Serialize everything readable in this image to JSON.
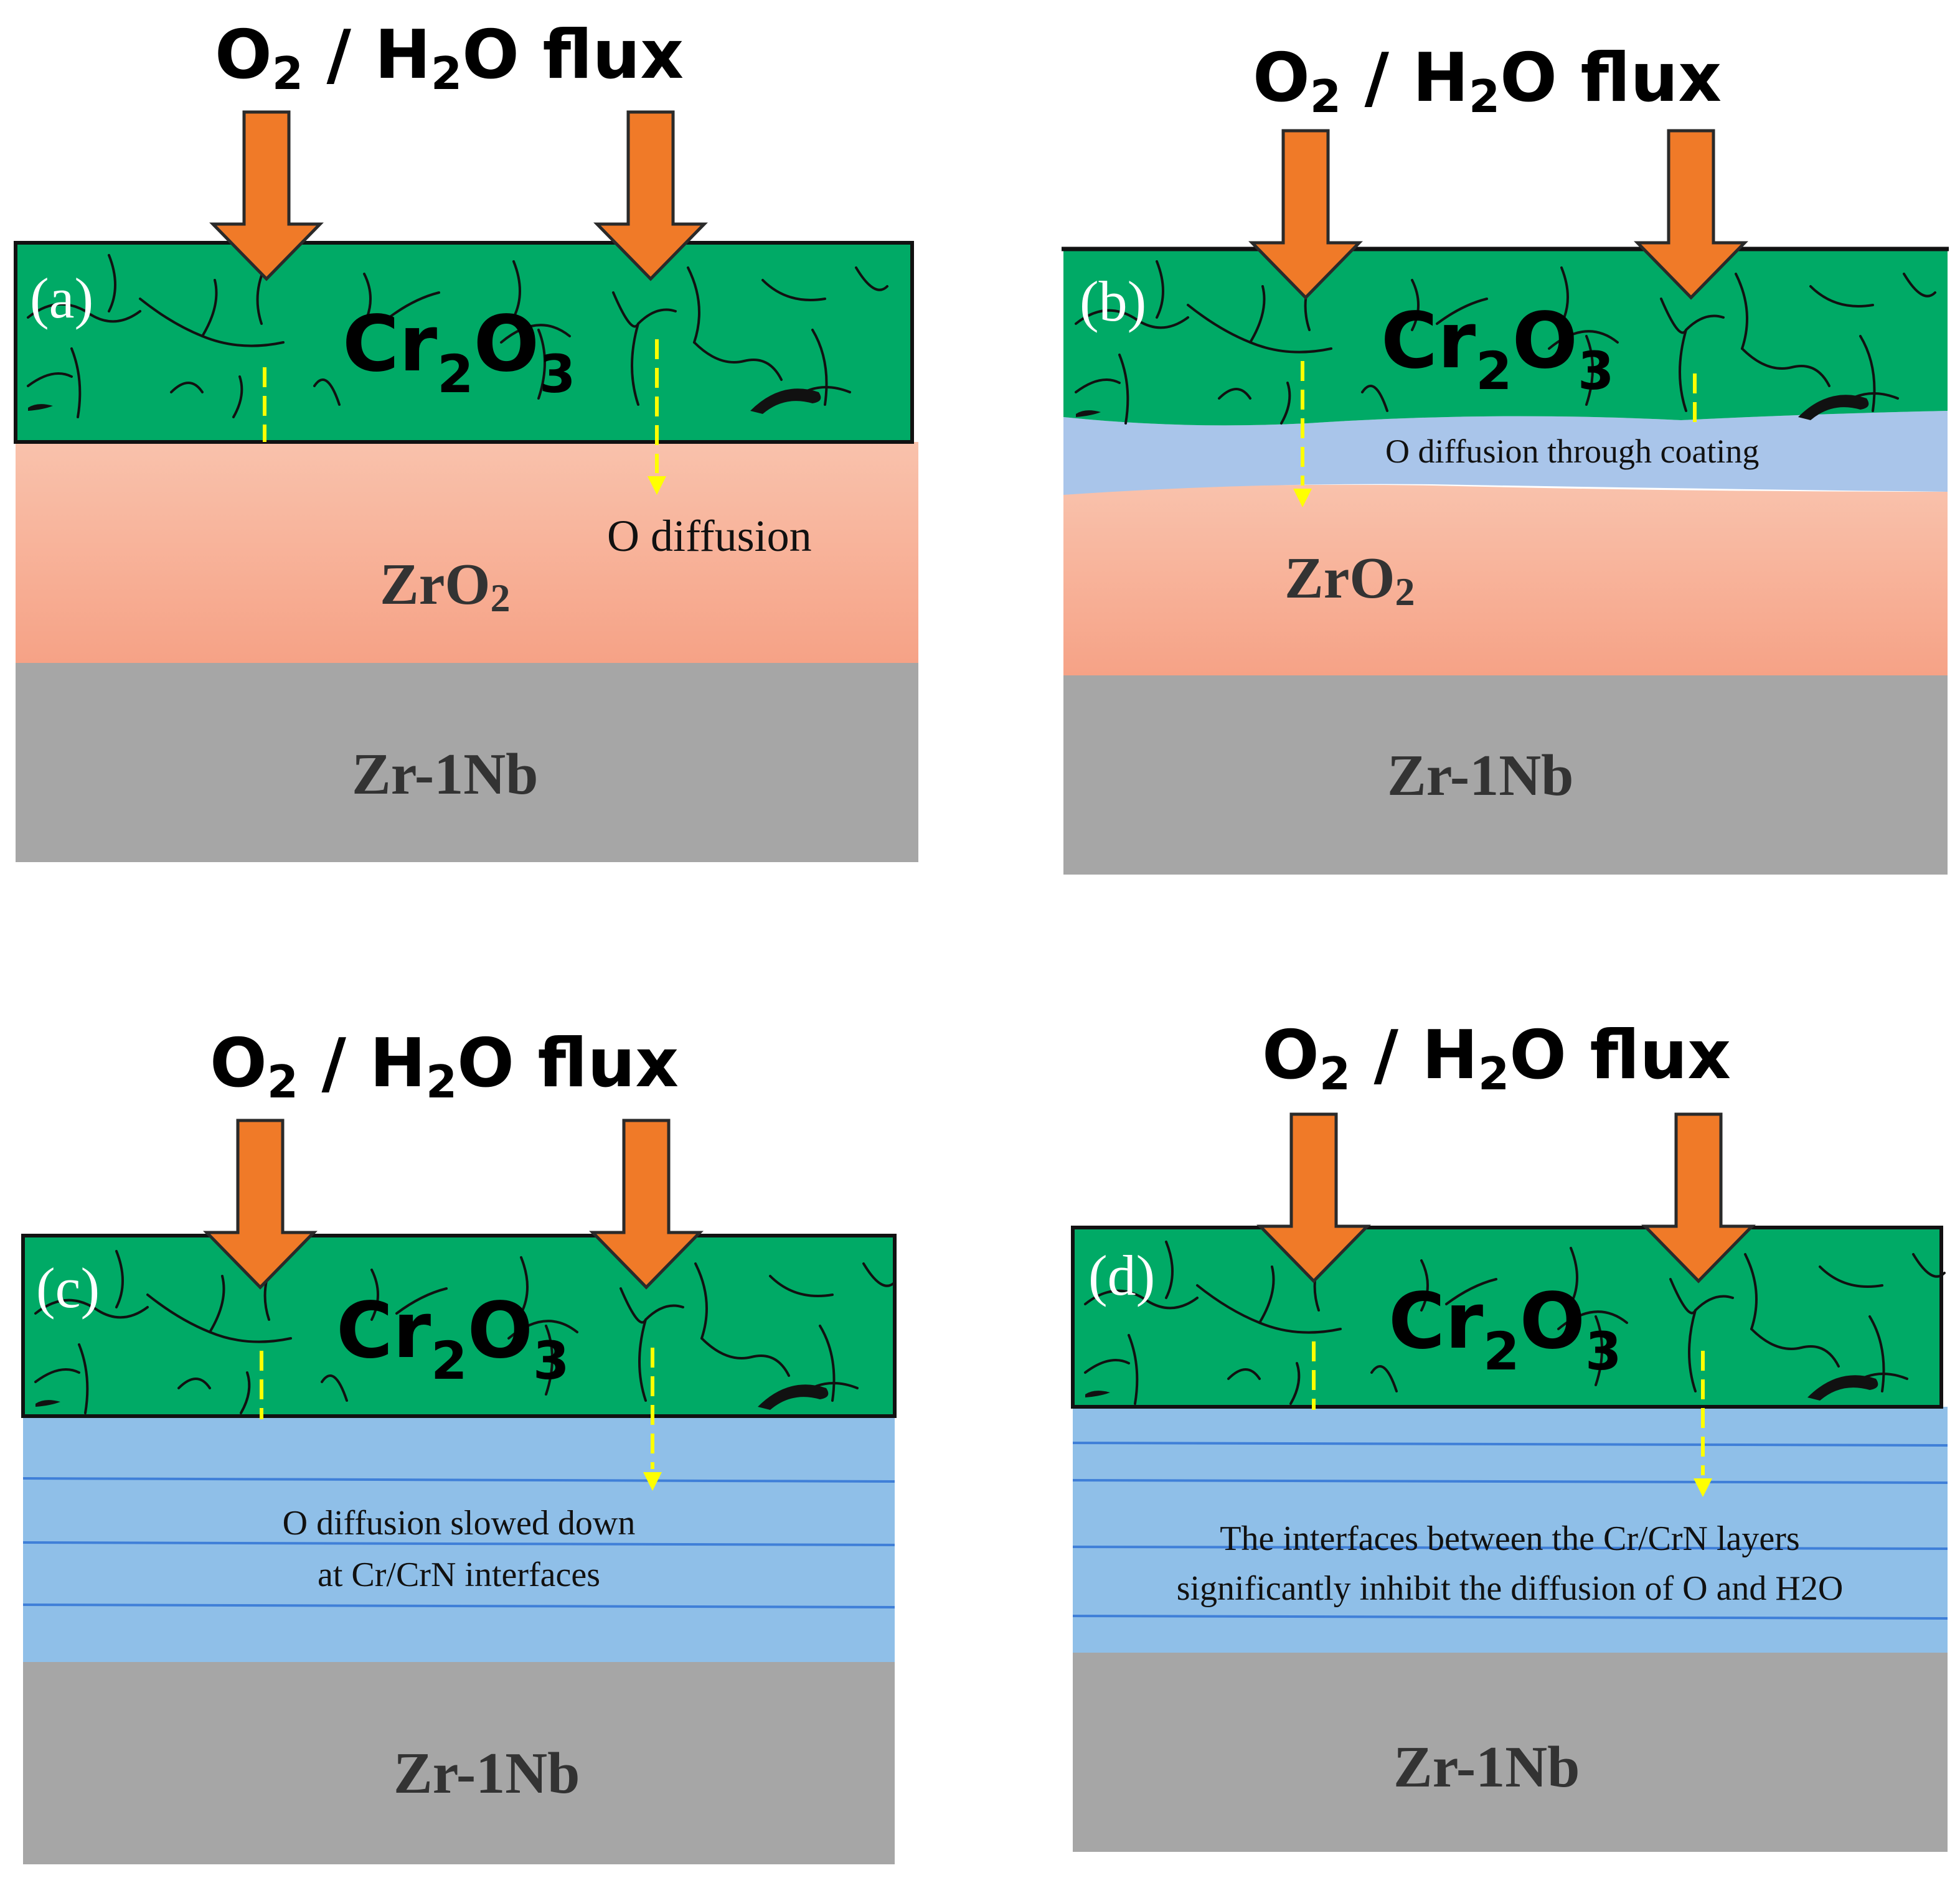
{
  "flux_label": {
    "o": "O",
    "o_sub": "2",
    "mid": " / H",
    "h_sub": "2",
    "tail": "O flux"
  },
  "oxide_label": {
    "cr": "Cr",
    "cr_sub": "2",
    "o": "O",
    "o_sub": "3"
  },
  "substrate_label": "Zr-1Nb",
  "zro2_label": {
    "zr": "ZrO",
    "sub": "2"
  },
  "panels": [
    {
      "id": "a",
      "label": "(a)",
      "note": [
        "O diffusion"
      ]
    },
    {
      "id": "b",
      "label": "(b)",
      "note": [
        "O diffusion through coating"
      ]
    },
    {
      "id": "c",
      "label": "(c)",
      "note": [
        "O diffusion slowed down",
        "at Cr/CrN interfaces"
      ]
    },
    {
      "id": "d",
      "label": "(d)",
      "note": [
        "The interfaces between the Cr/CrN layers",
        "significantly inhibit the diffusion of O and H2O"
      ]
    }
  ],
  "colors": {
    "oxide_green": "#00AA66",
    "zro2_salmon": "#F8AA8E",
    "substrate_gray": "#A6A6A6",
    "arrow_orange": "#F07A28",
    "multilayer_blue": "#8FBFE8",
    "coating_blue": "#A9C5EA",
    "diffusion_yellow": "#FFFF00"
  }
}
